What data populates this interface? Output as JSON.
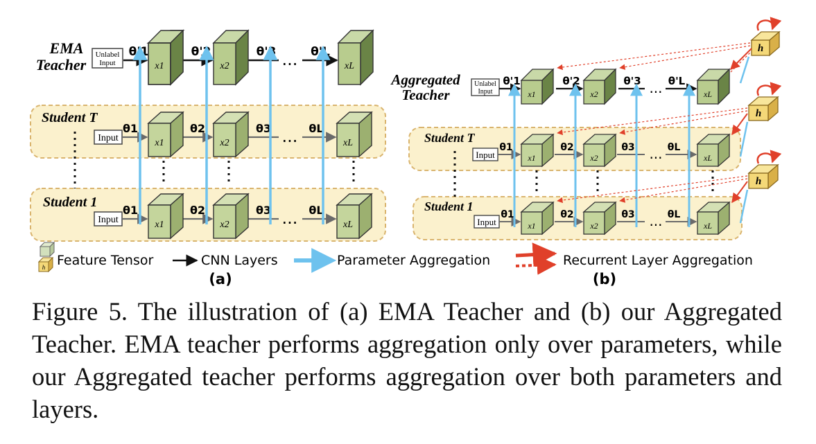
{
  "panel_a": {
    "label": "(a)",
    "teacher_label": [
      "EMA",
      "Teacher"
    ],
    "teacher_input": [
      "Unlabel",
      "Input"
    ],
    "teacher_params": [
      "θ'1",
      "θ'2",
      "θ'3",
      "θ'L"
    ],
    "students": [
      {
        "label": "Student T",
        "input": "Input"
      },
      {
        "label": "Student 1",
        "input": "Input"
      }
    ],
    "student_params": [
      "θ1",
      "θ2",
      "θ3",
      "θL"
    ],
    "nodes": [
      "x1",
      "x2",
      "xL"
    ]
  },
  "panel_b": {
    "label": "(b)",
    "teacher_label": [
      "Aggregated",
      "Teacher"
    ],
    "teacher_input": [
      "Unlabel",
      "Input"
    ],
    "teacher_params": [
      "θ'1",
      "θ'2",
      "θ'3",
      "θ'L"
    ],
    "students": [
      {
        "label": "Student T",
        "input": "Input"
      },
      {
        "label": "Student 1",
        "input": "Input"
      }
    ],
    "student_params": [
      "θ1",
      "θ2",
      "θ3",
      "θL"
    ],
    "nodes": [
      "x1",
      "x2",
      "xL"
    ],
    "recurrent_node": "h"
  },
  "ellipsis": "...",
  "legend": {
    "feature_tensor": "Feature Tensor",
    "cnn_layers": "CNN Layers",
    "parameter_aggregation": "Parameter Aggregation",
    "recurrent_layer_aggregation": "Recurrent Layer Aggregation",
    "h_label": "h"
  },
  "colors": {
    "cube_green": "#b8cc8e",
    "cube_side": "#7c9456",
    "teacher_side": "#6a8446",
    "student_band": "#fbf1cd",
    "band_border": "#d9b46e",
    "h_cube": "#f4d878",
    "param_arrow": "#6ec2ee",
    "recurrent_arrow": "#e0402a"
  },
  "caption": "Figure 5.  The illustration of (a) EMA Teacher and (b) our Aggregated Teacher. EMA teacher performs aggregation only over parameters, while our Aggregated teacher performs aggregation over both parameters and layers."
}
